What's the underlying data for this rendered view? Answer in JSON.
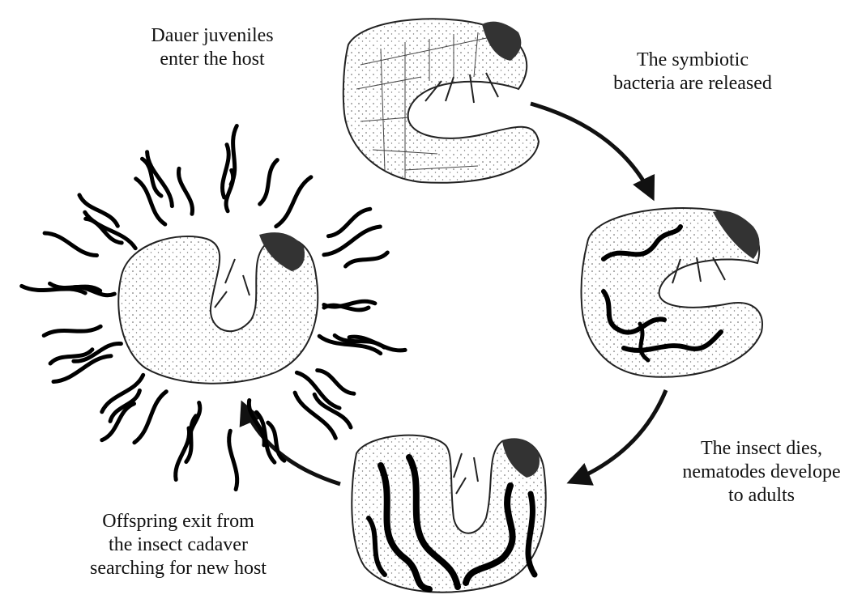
{
  "stages": [
    {
      "id": "enter",
      "caption_lines": [
        "Dauer juveniles",
        "enter the host"
      ]
    },
    {
      "id": "bacteria",
      "caption_lines": [
        "The symbiotic",
        "bacteria are released"
      ]
    },
    {
      "id": "dies",
      "caption_lines": [
        "The insect dies,",
        "nematodes develope",
        "to adults"
      ]
    },
    {
      "id": "exit",
      "caption_lines": [
        "Offspring exit from",
        "the insect cadaver",
        "searching for new host"
      ]
    }
  ]
}
